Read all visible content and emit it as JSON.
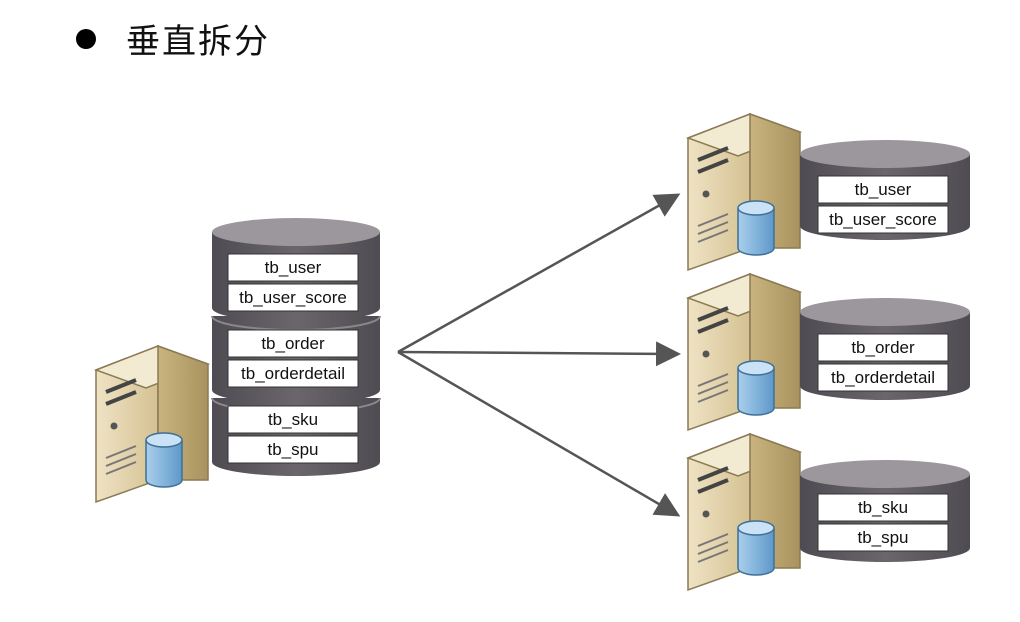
{
  "title": "垂直拆分",
  "source_db": {
    "groups": [
      {
        "tables": [
          "tb_user",
          "tb_user_score"
        ]
      },
      {
        "tables": [
          "tb_order",
          "tb_orderdetail"
        ]
      },
      {
        "tables": [
          "tb_sku",
          "tb_spu"
        ]
      }
    ]
  },
  "target_dbs": [
    {
      "tables": [
        "tb_user",
        "tb_user_score"
      ]
    },
    {
      "tables": [
        "tb_order",
        "tb_orderdetail"
      ]
    },
    {
      "tables": [
        "tb_sku",
        "tb_spu"
      ]
    }
  ],
  "colors": {
    "db_body": "#5e5a60",
    "db_top": "#9c979c",
    "label_bg": "#ffffff",
    "arrow": "#555555",
    "server_body": "#d9c79e",
    "server_side": "#b7a378",
    "mini_db": "#7fb2d9"
  },
  "icons": {
    "server": "server-icon",
    "database": "database-icon"
  }
}
